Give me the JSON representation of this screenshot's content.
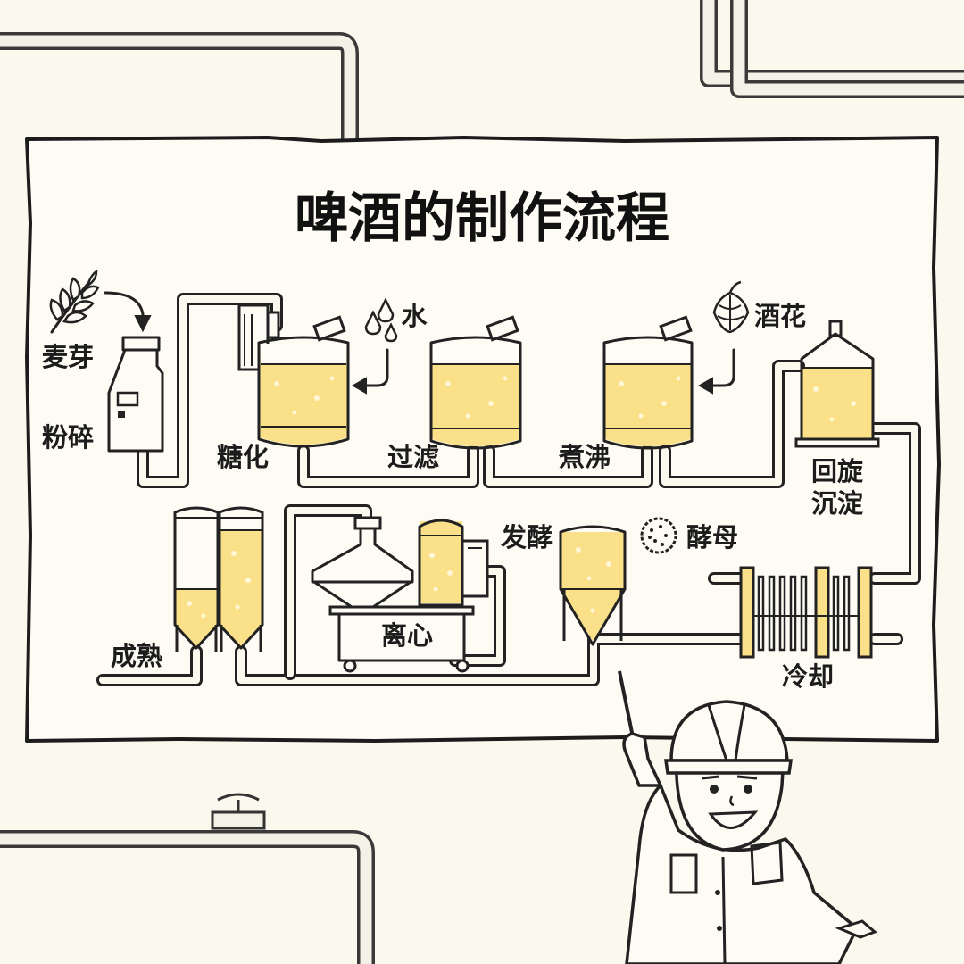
{
  "title": "啤酒的制作流程",
  "steps": {
    "malt": "麦芽",
    "crush": "粉碎",
    "water": "水",
    "mash": "糖化",
    "filter": "过滤",
    "boil": "煮沸",
    "hops": "酒花",
    "whirlpool_1": "回旋",
    "whirlpool_2": "沉淀",
    "cooling": "冷却",
    "fermentation": "发酵",
    "yeast": "酵母",
    "centrifuge": "离心",
    "maturation": "成熟"
  },
  "colors": {
    "background": "#fbf8ee",
    "board": "#fdfbf3",
    "beer": "#fbe08a",
    "ink": "#222222"
  },
  "icons": [
    "wheat-icon",
    "water-drops-icon",
    "hop-cone-icon",
    "yeast-icon"
  ]
}
